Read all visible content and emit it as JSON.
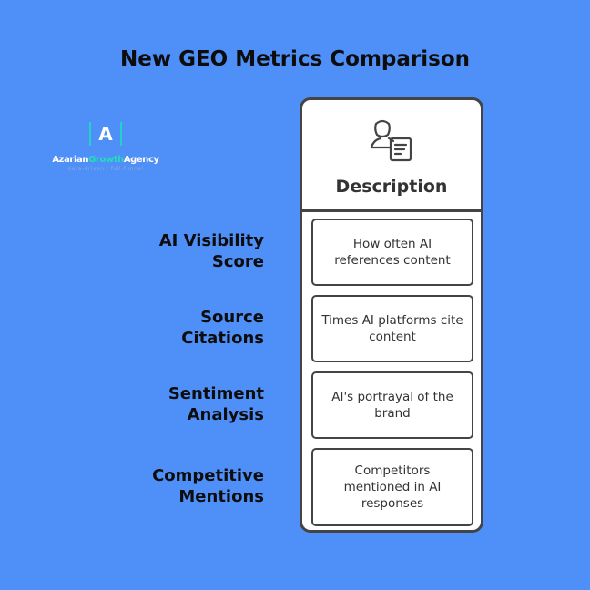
{
  "title": "New GEO Metrics Comparison",
  "logo": {
    "mark": "A",
    "name_part1": "Azarian",
    "name_part2": "Growth",
    "name_part3": "Agency",
    "tagline": "data-driven | full-funnel"
  },
  "column": {
    "icon": "person-document-icon",
    "header": "Description"
  },
  "rows": [
    {
      "metric_line1": "AI Visibility",
      "metric_line2": "Score",
      "description": "How often AI references content"
    },
    {
      "metric_line1": "Source",
      "metric_line2": "Citations",
      "description": "Times AI platforms cite content"
    },
    {
      "metric_line1": "Sentiment",
      "metric_line2": "Analysis",
      "description": "AI's portrayal of the brand"
    },
    {
      "metric_line1": "Competitive",
      "metric_line2": "Mentions",
      "description": "Competitors mentioned in AI responses"
    }
  ],
  "colors": {
    "background": "#4f8ff8",
    "card": "#ffffff",
    "stroke": "#444444",
    "accent": "#22d3c5"
  }
}
